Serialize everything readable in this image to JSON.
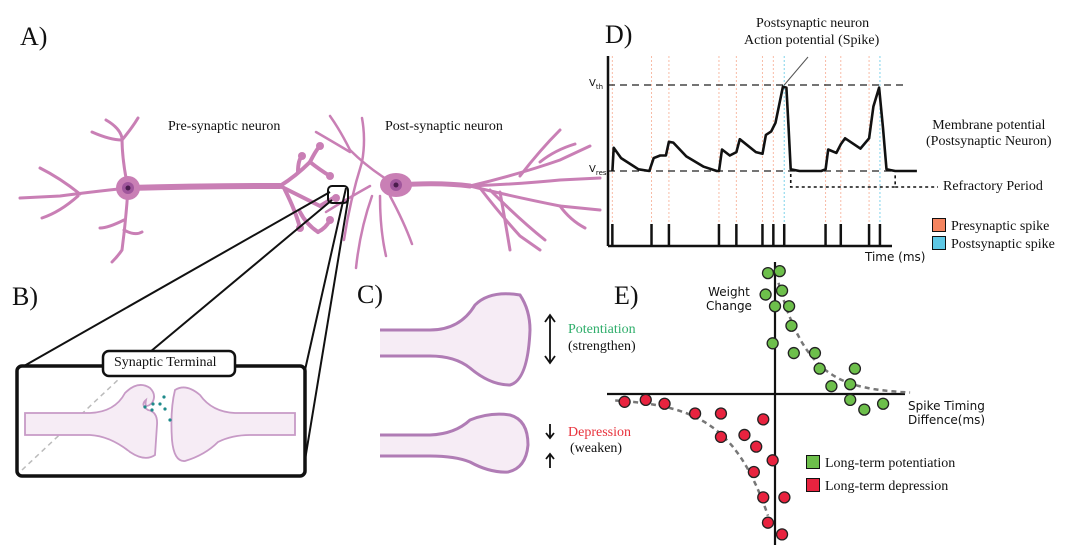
{
  "panels": {
    "A": {
      "letter": "A)",
      "pre_label": "Pre-synaptic neuron",
      "post_label": "Post-synaptic neuron",
      "neuron_color": "#c97fb5",
      "nucleus_color": "#8a3d86"
    },
    "B": {
      "letter": "B)",
      "title": "Synaptic Terminal",
      "fill_color": "#f6ecf5",
      "outline_color": "#c79ac6",
      "vesicle_color": "#1e8a8a"
    },
    "C": {
      "letter": "C)",
      "potentiation": {
        "label": "Potentiation",
        "sub": "(strengthen)",
        "color": "#2fae6b"
      },
      "depression": {
        "label": "Depression",
        "sub": "(weaken)",
        "color": "#e8323c"
      }
    },
    "D": {
      "letter": "D)",
      "annotation_line1": "Postsynaptic neuron",
      "annotation_line2": "Action potential (Spike)",
      "vth_label": "V",
      "vth_sub": "th",
      "vrest_label": "V",
      "vrest_sub": "rest",
      "membrane_label1": "Membrane potential",
      "membrane_label2": "(Postsynaptic Neuron)",
      "refractory_label": "Refractory Period",
      "xlabel": "Time (ms)",
      "legend": [
        {
          "label": "Presynaptic spike",
          "color": "#f4845f"
        },
        {
          "label": "Postsynaptic spike",
          "color": "#5ec8e5"
        }
      ]
    },
    "E": {
      "letter": "E)",
      "ylabel1": "Weight",
      "ylabel2": "Change",
      "xlabel1": "Spike Timing",
      "xlabel2": "Diffence(ms)",
      "legend": [
        {
          "label": "Long-term potentiation",
          "color": "#6dbf4b"
        },
        {
          "label": "Long-term depression",
          "color": "#e8233f"
        }
      ]
    }
  },
  "chart_data": [
    {
      "type": "line",
      "title": "Membrane potential (Postsynaptic Neuron)",
      "xlabel": "Time (ms)",
      "ylabel": "",
      "y_levels": {
        "V_th": 1.0,
        "V_rest": 0.0
      },
      "presynaptic_spike_times": [
        1,
        10,
        14,
        25.5,
        29.5,
        35.5,
        38,
        50,
        53.5,
        60,
        40.5,
        62.5
      ],
      "presynaptic_spikes": [
        1,
        10,
        14,
        25.5,
        29.5,
        35.5,
        38,
        50,
        53.5,
        60
      ],
      "postsynaptic_spikes": [
        40.5,
        62.5
      ],
      "refractory_periods": [
        [
          42,
          66
        ]
      ],
      "x_range": [
        0,
        70
      ],
      "y_range": [
        -0.1,
        1.2
      ],
      "series": [
        {
          "name": "Membrane potential",
          "x": [
            1,
            1.3,
            3,
            7,
            9.5,
            10.5,
            12,
            13.3,
            14,
            15,
            18,
            22,
            25,
            25.5,
            26.2,
            28,
            29.5,
            30.3,
            34,
            35.5,
            36.3,
            37.5,
            38.5,
            40.2,
            41,
            41.5,
            42,
            44,
            49,
            50,
            50.6,
            52.5,
            53.5,
            54.5,
            58,
            60,
            61,
            62.3,
            63.2,
            64,
            66,
            71
          ],
          "y": [
            0.0,
            0.27,
            0.15,
            0.02,
            0.0,
            0.15,
            0.18,
            0.18,
            0.34,
            0.33,
            0.17,
            0.05,
            0.0,
            0.0,
            0.25,
            0.18,
            0.22,
            0.37,
            0.22,
            0.2,
            0.42,
            0.46,
            0.56,
            0.98,
            0.97,
            0.5,
            0.02,
            0.0,
            0.0,
            0.02,
            0.25,
            0.21,
            0.31,
            0.38,
            0.26,
            0.38,
            0.75,
            0.97,
            0.5,
            0.02,
            0.0,
            0.0
          ]
        }
      ]
    },
    {
      "type": "scatter",
      "title": "",
      "xlabel": "Spike Timing Diffence(ms)",
      "ylabel": "Weight Change",
      "x_range": [
        -10,
        7
      ],
      "y_range": [
        -9,
        7
      ],
      "series": [
        {
          "name": "Long-term potentiation",
          "points": [
            [
              -0.3,
              6.2
            ],
            [
              0.2,
              6.3
            ],
            [
              -0.4,
              5.1
            ],
            [
              0.3,
              5.3
            ],
            [
              0,
              4.5
            ],
            [
              0.6,
              4.5
            ],
            [
              0.7,
              3.5
            ],
            [
              -0.1,
              2.6
            ],
            [
              0.8,
              2.1
            ],
            [
              1.7,
              2.1
            ],
            [
              1.9,
              1.3
            ],
            [
              3.4,
              1.3
            ],
            [
              2.4,
              0.4
            ],
            [
              3.2,
              0.5
            ],
            [
              3.2,
              -0.3
            ],
            [
              3.8,
              -0.8
            ],
            [
              4.6,
              -0.5
            ]
          ],
          "trend": "decaying dashed fit"
        },
        {
          "name": "Long-term depression",
          "points": [
            [
              -6.4,
              -0.4
            ],
            [
              -5.5,
              -0.3
            ],
            [
              -4.7,
              -0.5
            ],
            [
              -3.4,
              -1.0
            ],
            [
              -2.3,
              -1.0
            ],
            [
              -0.5,
              -1.3
            ],
            [
              -2.3,
              -2.2
            ],
            [
              -1.3,
              -2.1
            ],
            [
              -0.8,
              -2.7
            ],
            [
              -0.1,
              -3.4
            ],
            [
              -0.9,
              -4.0
            ],
            [
              -0.5,
              -5.3
            ],
            [
              0.4,
              -5.3
            ],
            [
              -0.3,
              -6.6
            ],
            [
              0.3,
              -7.2
            ]
          ],
          "trend": "decaying dashed fit"
        }
      ]
    }
  ]
}
